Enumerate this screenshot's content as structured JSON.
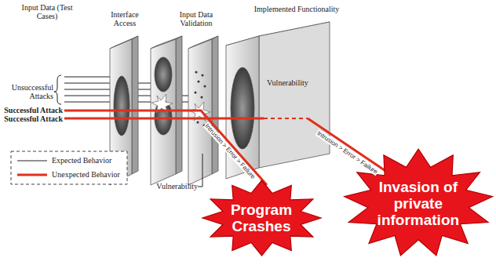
{
  "diagram": {
    "nodes": [
      {
        "text": [
          "Program Crashes"
        ]
      },
      {
        "text": [
          "Invasion of private information"
        ]
      }
    ],
    "labels": [
      "Input Data (Test Cases)",
      "Interface Access",
      "Input Data Validation",
      "Implemented Functionality",
      "Unsuccessful Attacks",
      "Successful Attack",
      "Successful Attack",
      "Vulnerability",
      "Vulnerability",
      "Intrusion > Error > Failure",
      "Intrusion > Error > Failure"
    ],
    "legend": [
      {
        "text": "Expected Behavior"
      },
      {
        "text": "Unexpected Behavior"
      }
    ]
  }
}
